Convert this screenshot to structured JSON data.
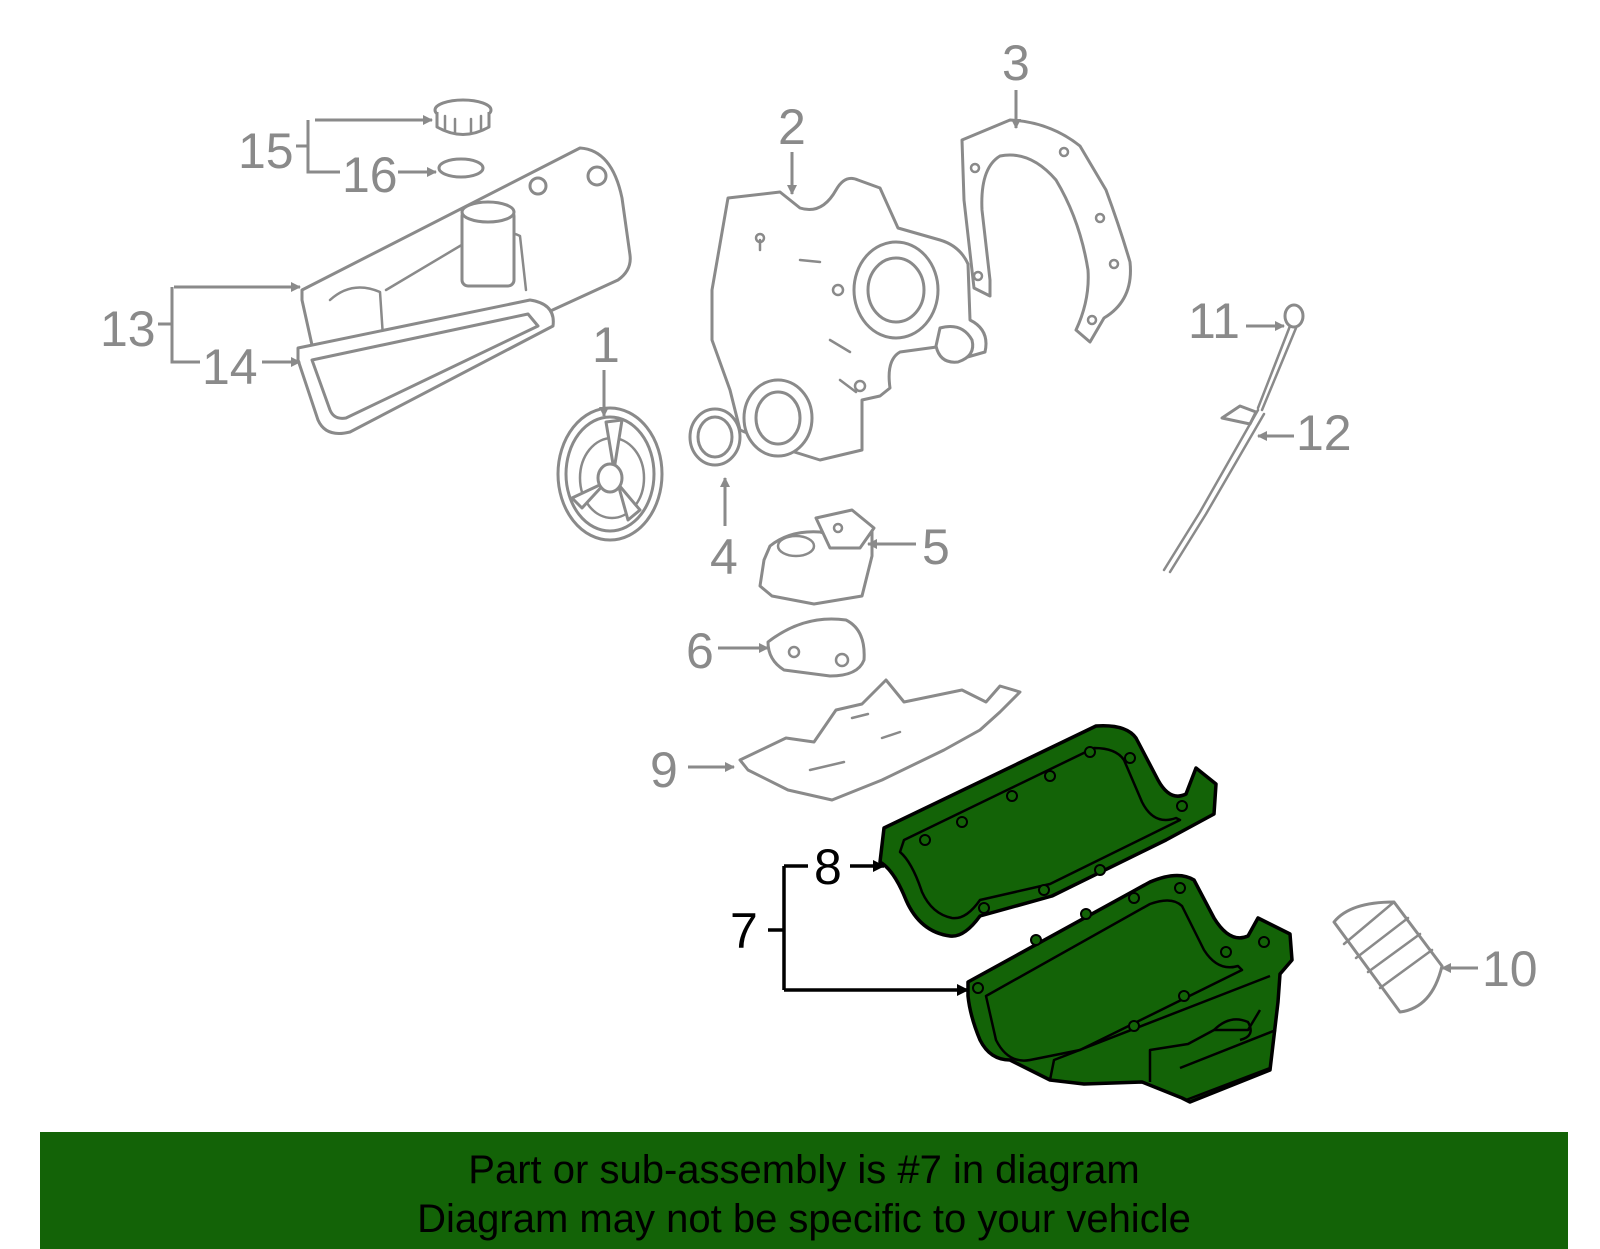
{
  "callouts": {
    "c1": "1",
    "c2": "2",
    "c3": "3",
    "c4": "4",
    "c5": "5",
    "c6": "6",
    "c7": "7",
    "c8": "8",
    "c9": "9",
    "c10": "10",
    "c11": "11",
    "c12": "12",
    "c13": "13",
    "c14": "14",
    "c15": "15",
    "c16": "16"
  },
  "highlighted_part": "7",
  "colors": {
    "highlight_fill": "#136307",
    "banner_background": "#136307",
    "inactive_part_stroke": "#8a8a8a",
    "active_label": "#000000"
  },
  "banner": {
    "line1": "Part or sub-assembly is #7 in diagram",
    "line2": "Diagram may not be specific to your vehicle"
  }
}
